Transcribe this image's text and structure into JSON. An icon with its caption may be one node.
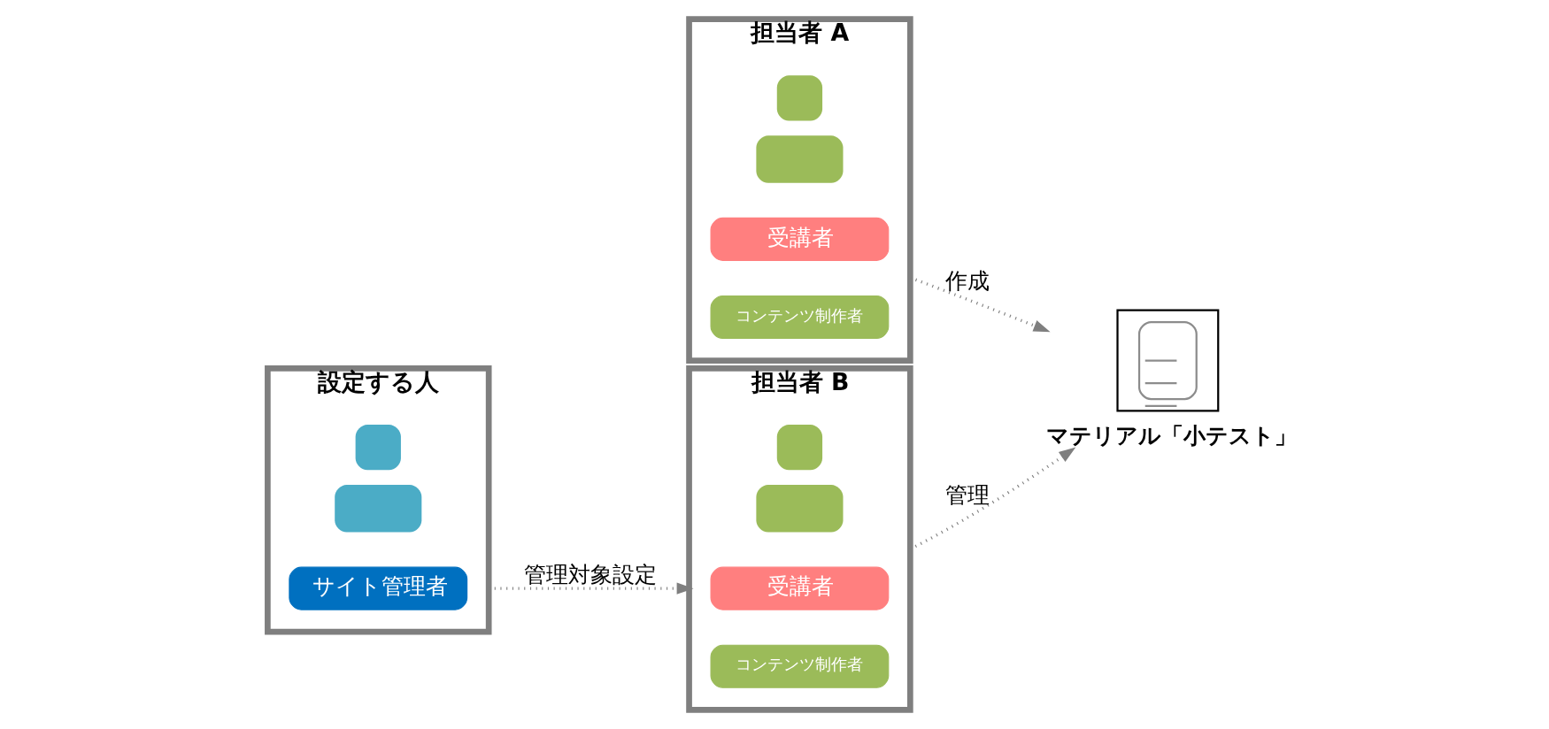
{
  "diagram": {
    "nodes": [
      {
        "text": [
          "担当者 A"
        ]
      },
      {
        "text": [],
        "shape": "person",
        "in": 0
      },
      {
        "text": [
          "受講者"
        ],
        "in": 0
      },
      {
        "text": [
          "コンテンツ制作者"
        ],
        "in": 0
      },
      {
        "text": [
          "マテリアル「小テスト」"
        ]
      },
      {
        "text": [
          "設定する人"
        ]
      },
      {
        "text": [],
        "shape": "person",
        "in": 5
      },
      {
        "text": [
          "サイト管理者"
        ],
        "in": 5
      },
      {
        "text": [
          "担当者 B"
        ]
      },
      {
        "text": [],
        "shape": "person",
        "in": 8
      },
      {
        "text": [
          "受講者"
        ],
        "in": 8
      },
      {
        "text": [
          "コンテンツ制作者"
        ],
        "in": 8
      }
    ],
    "edges": [
      {
        "from": 0,
        "to": 4,
        "arrow": "to",
        "label": "作成",
        "style": "dashed"
      },
      {
        "from": 5,
        "to": 8,
        "arrow": "to",
        "label": "管理対象設定",
        "style": "dashed"
      },
      {
        "from": 8,
        "to": 4,
        "arrow": "to",
        "label": "管理",
        "style": "dashed"
      }
    ]
  }
}
